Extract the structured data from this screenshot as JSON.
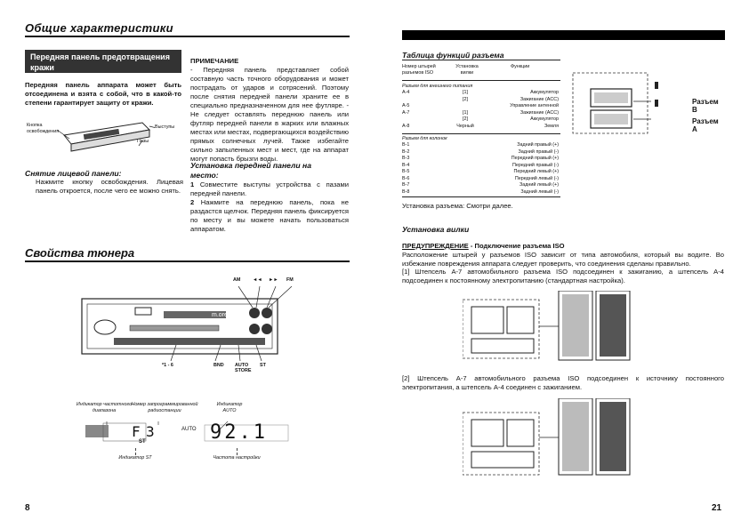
{
  "left": {
    "title": "Общие характеристики",
    "panel_box": "Передняя панель предотвращения кражи",
    "panel_bold": "Передняя панель аппарата может быть отсоединена и взята с собой, что в какой-то степени гарантирует защиту от кражи.",
    "label_release": "Кнопка освобождения",
    "label_grooves": "Пазы",
    "label_tabs": "Выступы",
    "remove_title": "Снятие лицевой панели:",
    "remove_text": "Нажмите кнопку освобождения. Лицевая панель откроется, после чего ее можно снять.",
    "note_title": "ПРИМЕЧАНИЕ",
    "note_text": "- Передняя панель представляет собой составную часть точного оборудования и может пострадать от ударов и сотрясений. Поэтому после снятия передней панели храните ее в специально предназначенном для нее футляре. - Не следует оставлять переднюю панель или футляр передней панели в жарких или влажных местах или местах, подвергающихся воздействию прямых солнечных лучей. Также избегайте сильно запыленных мест и мест, где на аппарат могут попасть брызги воды.",
    "install_title": "Установка передней панели на место:",
    "install_1": "Совместите выступы устройства с пазами передней панели.",
    "install_2": "Нажмите на переднюю панель, пока не раздастся щелчок. Передняя панель фиксируется по месту и вы можете начать пользоваться аппаратом.",
    "tuner_title": "Свойства тюнера",
    "tuner_labels": {
      "am": "AM",
      "seek_down": "◄◄",
      "seek_up": "►►",
      "fm": "FM",
      "presets": "*1 - 6",
      "bnd": "BND",
      "auto_store": "AUTO STORE",
      "st": "ST"
    },
    "disp_labels": {
      "freq_ind": "Индикатор частотного диапазона",
      "preset_num": "Номер запрограммированной радиостанции",
      "auto_ind": "Индикатор AUTO",
      "st_ind": "Индикатор ST",
      "freq": "Частота настройки"
    },
    "disp_text": {
      "band": "F",
      "preset": "3",
      "auto": "AUTO",
      "freq_digits": "92.1",
      "st": "ST"
    },
    "page": "8"
  },
  "right": {
    "table_title": "Таблица функций разъема",
    "col1": "Номер штырей разъемов ISO",
    "col2": "Установка вилки",
    "col3": "Функции",
    "group_power": "Разъем для внешнего питания",
    "power_rows": [
      {
        "pin": "A-4",
        "wire": "[1]",
        "func": "Аккумулятор"
      },
      {
        "pin": "",
        "wire": "[2]",
        "func": "Зажигание (ACC)"
      },
      {
        "pin": "A-5",
        "wire": "",
        "func": "Управление антенной"
      },
      {
        "pin": "A-7",
        "wire": "[1]",
        "func": "Зажигание (ACC)"
      },
      {
        "pin": "",
        "wire": "[2]",
        "func": "Аккумулятор"
      },
      {
        "pin": "A-8",
        "wire": "Черный",
        "func": "Земля"
      }
    ],
    "group_speakers": "Разъем для колонок",
    "speaker_rows": [
      {
        "pin": "B-1",
        "func": "Задний правый (+)"
      },
      {
        "pin": "B-2",
        "func": "Задний правый (-)"
      },
      {
        "pin": "B-3",
        "func": "Передний правый (+)"
      },
      {
        "pin": "B-4",
        "func": "Передний правый (-)"
      },
      {
        "pin": "B-5",
        "func": "Передний левый (+)"
      },
      {
        "pin": "B-6",
        "func": "Передний левый (-)"
      },
      {
        "pin": "B-7",
        "func": "Задний левый (+)"
      },
      {
        "pin": "B-8",
        "func": "Задний левый (-)"
      }
    ],
    "conn_b": "Разъем B",
    "conn_a": "Разъем A",
    "install_conn": "Установка разъема: Смотри далее.",
    "plug_title": "Установка вилки",
    "warn_title": "ПРЕДУПРЕЖДЕНИЕ",
    "warn_sub": "- Подключение разъема ISO",
    "warn_text": "Расположение штырей у разъемов ISO зависит от типа автомобиля, который вы водите. Во избежание повреждения аппарата следует проверить, что соединения сделаны правильно.",
    "case1": "[1] Штепсель А-7 автомобильного разъема ISO подсоединен к зажиганию, а штепсель А-4 подсоединен к постоянному электропитанию (стандартная настройка).",
    "case2": "[2] Штепсель А-7 автомобильного разъема ISO подсоединен к источнику постоянного электропитания, а штепсель А-4 соединен с зажиганием.",
    "page": "21"
  }
}
